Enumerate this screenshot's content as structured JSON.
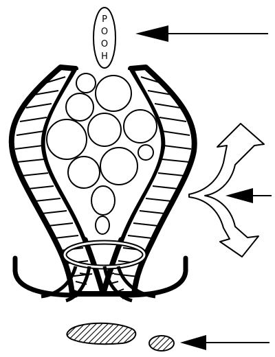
{
  "capsule_label_letters": [
    "P",
    "O",
    "O",
    "H"
  ],
  "palette": {
    "ink": "#000000",
    "paper": "#ffffff"
  },
  "icons": {
    "top_arrow": "left-arrow-icon",
    "middle_arrow": "left-arrow-icon",
    "bottom_arrow": "left-arrow-icon",
    "split_arrow": "three-way-branch-arrow-icon"
  }
}
